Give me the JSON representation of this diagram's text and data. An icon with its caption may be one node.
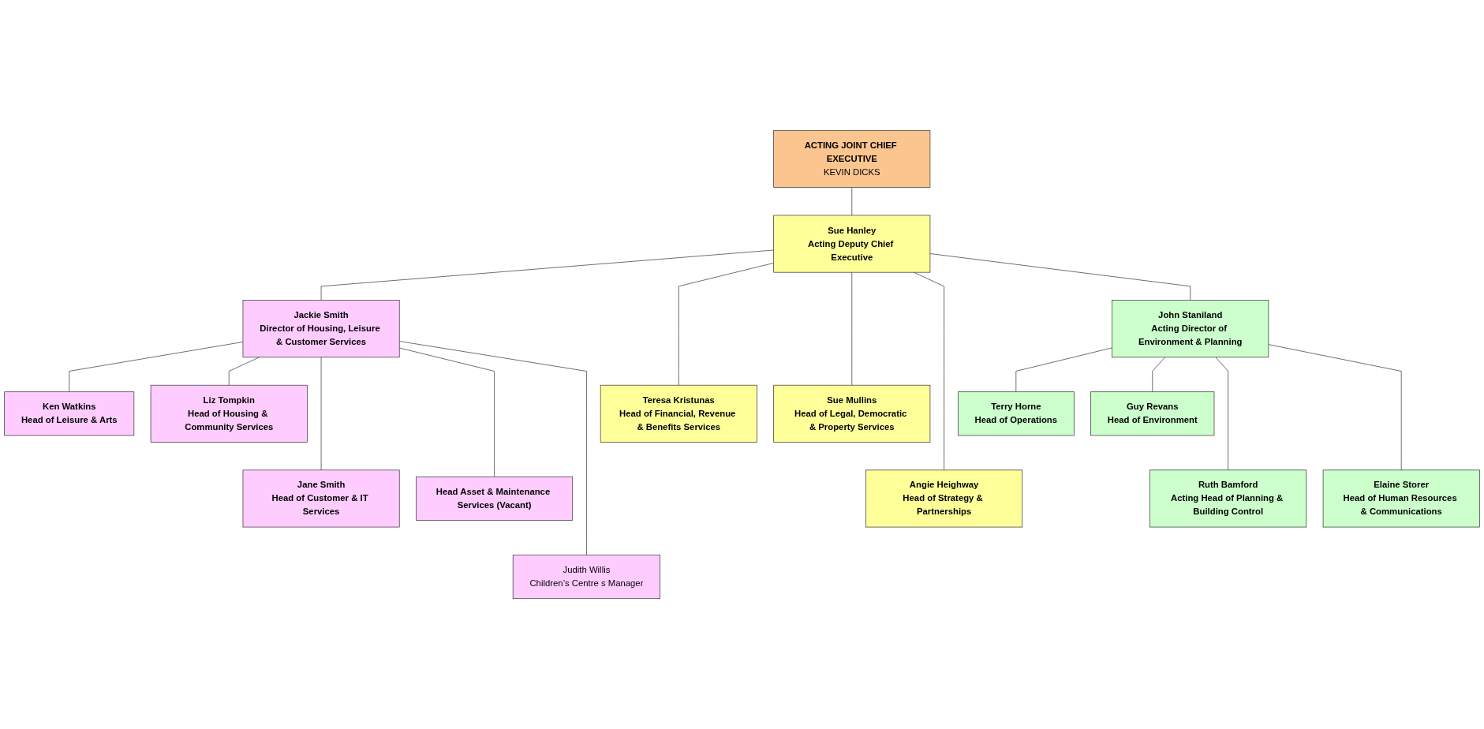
{
  "diagram": {
    "nodes": [
      {
        "text": [
          "ACTING JOINT CHIEF EXECUTIVE",
          "KEVIN DICKS"
        ]
      },
      {
        "text": [
          "Sue Hanley",
          "Acting Deputy Chief Executive"
        ]
      },
      {
        "text": [
          "Jackie Smith",
          "Director of Housing, Leisure & Customer Services"
        ]
      },
      {
        "text": [
          "John Staniland",
          "Acting Director of Environment & Planning"
        ]
      },
      {
        "text": [
          "Ken Watkins",
          "Head of Leisure & Arts"
        ]
      },
      {
        "text": [
          "Liz Tompkin",
          "Head of Housing & Community Services"
        ]
      },
      {
        "text": [
          "Jane Smith",
          "Head of Customer & IT Services"
        ]
      },
      {
        "text": [
          "Head Asset & Maintenance Services (Vacant)"
        ]
      },
      {
        "text": [
          "Judith Willis",
          "Children’s Centre s Manager"
        ]
      },
      {
        "text": [
          "Teresa Kristunas",
          "Head of Financial, Revenue & Benefits Services"
        ]
      },
      {
        "text": [
          "Sue Mullins",
          "Head of Legal, Democratic & Property Services"
        ]
      },
      {
        "text": [
          "Angie Heighway",
          "Head of Strategy & Partnerships"
        ]
      },
      {
        "text": [
          "Terry Horne",
          "Head of Operations"
        ]
      },
      {
        "text": [
          "Guy Revans",
          "Head of Environment"
        ]
      },
      {
        "text": [
          "Ruth Bamford",
          "Acting Head of Planning & Building Control"
        ]
      },
      {
        "text": [
          "Elaine Storer",
          "Head of Human Resources & Communications"
        ]
      }
    ],
    "edges": [
      {
        "from": 0,
        "to": 1,
        "arrow": "none"
      },
      {
        "from": 1,
        "to": 2,
        "arrow": "none"
      },
      {
        "from": 1,
        "to": 9,
        "arrow": "none"
      },
      {
        "from": 1,
        "to": 10,
        "arrow": "none"
      },
      {
        "from": 1,
        "to": 11,
        "arrow": "none"
      },
      {
        "from": 1,
        "to": 3,
        "arrow": "none"
      },
      {
        "from": 2,
        "to": 4,
        "arrow": "none"
      },
      {
        "from": 2,
        "to": 5,
        "arrow": "none"
      },
      {
        "from": 2,
        "to": 6,
        "arrow": "none"
      },
      {
        "from": 2,
        "to": 7,
        "arrow": "none"
      },
      {
        "from": 2,
        "to": 8,
        "arrow": "none"
      },
      {
        "from": 3,
        "to": 12,
        "arrow": "none"
      },
      {
        "from": 3,
        "to": 13,
        "arrow": "none"
      },
      {
        "from": 3,
        "to": 14,
        "arrow": "none"
      },
      {
        "from": 3,
        "to": 15,
        "arrow": "none"
      }
    ]
  }
}
